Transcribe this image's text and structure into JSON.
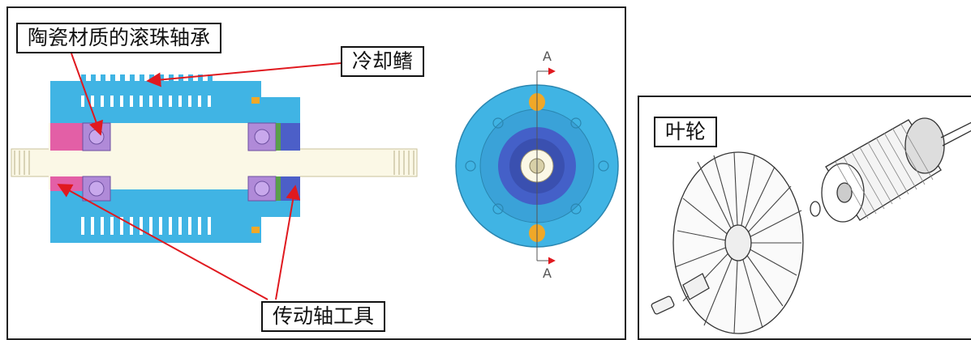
{
  "left_panel": {
    "callouts": {
      "bearing": "陶瓷材质的滚珠轴承",
      "fins": "冷却鳍",
      "tool": "传动轴工具"
    },
    "section_marks": {
      "top": "A",
      "bottom": "A"
    }
  },
  "right_panel": {
    "callouts": {
      "impeller": "叶轮"
    }
  },
  "colors": {
    "housing": "#40b4e4",
    "shaft": "#fbf8e6",
    "bearing": "#b08ad8",
    "seal_pink": "#e35fa6",
    "ball": "#f0a828",
    "arrow": "#e0191f"
  }
}
